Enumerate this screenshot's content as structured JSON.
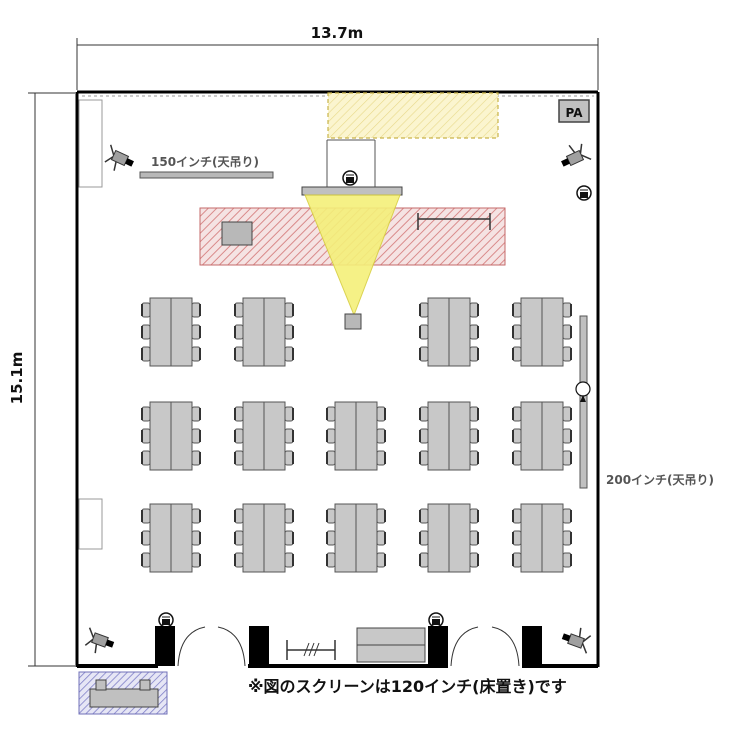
{
  "dimensions": {
    "width_label": "13.7m",
    "height_label": "15.1m"
  },
  "labels": {
    "pa": "PA",
    "screen_150": "150インチ(天吊り)",
    "screen_200": "200インチ(天吊り)",
    "footnote": "※図のスクリーンは120インチ(床置き)です"
  },
  "colors": {
    "wall": "#000000",
    "table_fill": "#c8c8c8",
    "table_stroke": "#555555",
    "stage_hatch": "#d98080",
    "stage_fill": "#f3dede",
    "upper_stage_fill": "#fbf3c8",
    "upper_stage_stroke": "#c9b34a",
    "projection_beam": "#f2ee6a",
    "storage_hatch": "#8a8ad0"
  },
  "icons": [
    "spotlight-icon",
    "speaker-icon",
    "projector-icon",
    "door-swing-icon"
  ]
}
